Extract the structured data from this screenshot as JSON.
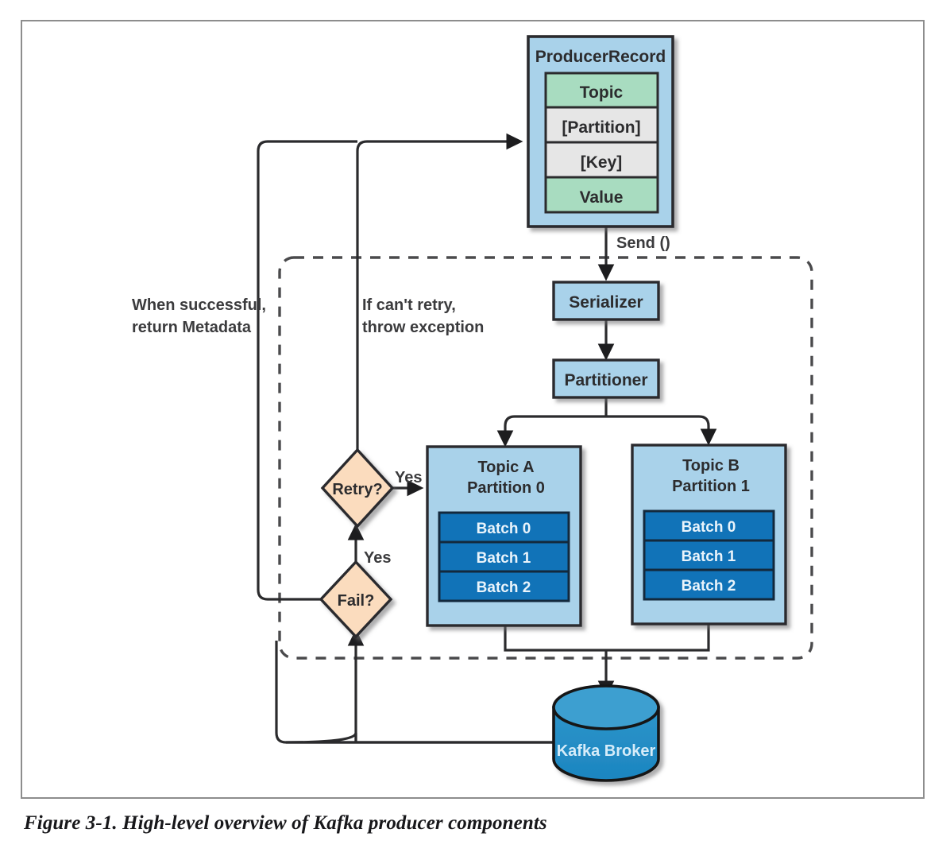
{
  "figure": {
    "caption": "Figure 3-1. High-level overview of Kafka producer components",
    "title": "High-level overview of Kafka producer components",
    "number": "Figure 3-1."
  },
  "colors": {
    "box_blue": "#a9d2ea",
    "box_green": "#a8dcc0",
    "box_grey": "#e6e6e6",
    "batch_blue": "#1173b8",
    "diamond_peach": "#fbdcbe",
    "broker_blue": "#2089c4",
    "broker_top": "#3e9fd0",
    "stroke": "#2b2b2d",
    "frame": "#8d8d8d",
    "text": "#3b3b3d"
  },
  "nodes": {
    "producer_record": {
      "title": "ProducerRecord",
      "fields": [
        {
          "label": "Topic",
          "style": "green"
        },
        {
          "label": "[Partition]",
          "style": "grey"
        },
        {
          "label": "[Key]",
          "style": "grey"
        },
        {
          "label": "Value",
          "style": "green"
        }
      ]
    },
    "serializer": {
      "label": "Serializer"
    },
    "partitioner": {
      "label": "Partitioner"
    },
    "retry": {
      "label": "Retry?"
    },
    "fail": {
      "label": "Fail?"
    },
    "topic_a": {
      "line1": "Topic A",
      "line2": "Partition 0",
      "batches": [
        "Batch 0",
        "Batch 1",
        "Batch 2"
      ]
    },
    "topic_b": {
      "line1": "Topic B",
      "line2": "Partition 1",
      "batches": [
        "Batch 0",
        "Batch 1",
        "Batch 2"
      ]
    },
    "broker": {
      "label": "Kafka Broker"
    }
  },
  "edge_labels": {
    "send": "Send ()",
    "success_line1": "When successful,",
    "success_line2": "return Metadata",
    "exception_line1": "If can't retry,",
    "exception_line2": "throw exception",
    "retry_yes": "Yes",
    "fail_yes": "Yes"
  }
}
